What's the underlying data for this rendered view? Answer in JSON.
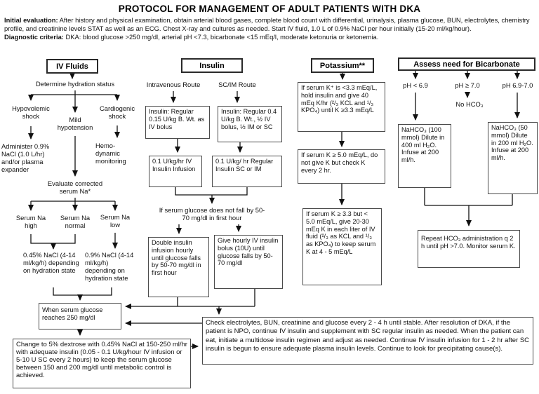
{
  "title": "PROTOCOL FOR MANAGEMENT OF ADULT PATIENTS WITH DKA",
  "intro": {
    "initial_label": "Initial evaluation:",
    "initial_text": "  After history and physical examination, obtain arterial blood gases, complete blood count with differential, urinalysis, plasma glucose, BUN, electrolytes, chemistry profile, and creatinine levels STAT as well as an ECG.  Chest X-ray and cultures as needed.  Start IV fluid, 1.0 L of 0.9% NaCl per hour initially (15-20 ml/kg/hour).",
    "diagnostic_label": "Diagnostic criteria:",
    "diagnostic_text": " DKA: blood glucose >250 mg/dl, arterial pH <7.3, bicarbonate <15 mEq/l, moderate ketonuria or ketonemia."
  },
  "iv_fluids": {
    "header": "IV Fluids",
    "determine": "Determine hydration status",
    "hypovolemic": "Hypovolemic shock",
    "mild_hypotension": "Mild hypotension",
    "cardiogenic": "Cardiogenic shock",
    "administer": "Administer 0.9% NaCl (1.0 L/hr) and/or plasma expander",
    "hemodynamic": "Hemo-dynamic monitoring",
    "evaluate": "Evaluate corrected serum Na*",
    "na_high": "Serum Na high",
    "na_normal": "Serum Na normal",
    "na_low": "Serum Na low",
    "nacl_045": "0.45% NaCl (4-14 ml/kg/h) depending on hydration state",
    "nacl_09": "0.9% NaCl (4-14 ml/kg/h) depending on hydration state",
    "glucose_250": "When serum glucose reaches 250 mg/dl",
    "dextrose": "Change to 5% dextrose with 0.45% NaCl at 150-250 ml/hr with adequate insulin (0.05 - 0.1 U/kg/hour IV infusion or 5-10 U SC every 2 hours) to keep the serum glucose between 150 and 200 mg/dl until metabolic control is achieved."
  },
  "insulin": {
    "header": "Insulin",
    "iv_route": "Intravenous Route",
    "scim_route": "SC/IM Route",
    "iv_bolus": "Insulin: Regular 0.15 U/kg B. Wt. as IV bolus",
    "scim_bolus": "Insulin: Regular 0.4 U/kg B. Wt., ½ IV bolus, ½ IM or SC",
    "iv_infusion": "0.1 U/kg/hr IV Insulin Infusion",
    "scim_infusion": "0.1 U/kg/ hr Regular Insulin SC or IM",
    "no_fall": "If serum glucose does not fall by 50-70 mg/dl in first hour",
    "double_infusion": "Double insulin infusion hourly until glucose falls by 50-70 mg/dl in first hour",
    "hourly_bolus": "Give hourly IV insulin bolus (10U) until glucose falls by 50-70 mg/dl"
  },
  "potassium": {
    "header": "Potassium**",
    "low": "If serum K⁺ is <3.3 mEq/L, hold insulin and give 40 mEq K/hr (²/₃ KCL and ¹/₃ KPO₄) until K ≥3.3 mEq/L",
    "high": "If serum K ≥ 5.0 mEq/L, do not give K but check K every 2 hr.",
    "mid": "If serum K  ≥ 3.3 but < 5.0 mEq/L, give 20-30 mEq K in each liter of IV fluid (²/₃ as KCL and ¹/₃ as KPO₄) to keep serum K at 4 - 5 mEq/L"
  },
  "bicarbonate": {
    "header": "Assess need for Bicarbonate",
    "ph_low": "pH < 6.9",
    "ph_high": "pH ≥ 7.0",
    "ph_mid": "pH 6.9-7.0",
    "no_hco3": "No HCO₃",
    "nahco3_100": "NaHCO₃ (100 mmol) Dilute in 400 ml H₂O. Infuse at 200 ml/h.",
    "nahco3_50": "NaHCO₃ (50 mmol) Dilute in 200 ml H₂O. Infuse at 200 ml/h.",
    "repeat": "Repeat HCO₃ administration q 2 h until pH >7.0. Monitor serum K."
  },
  "followup": {
    "check": "Check electrolytes, BUN, creatinine and glucose every 2 - 4 h until stable. After resolution of DKA, if the patient is NPO, continue IV insulin and supplement with SC regular insulin as needed. When the patient can eat, initiate a multidose insulin regimen and adjust as needed.  Continue IV insulin infusion for 1 - 2 hr after SC insulin is begun to ensure adequate plasma insulin levels. Continue to look for precipitating cause(s)."
  }
}
